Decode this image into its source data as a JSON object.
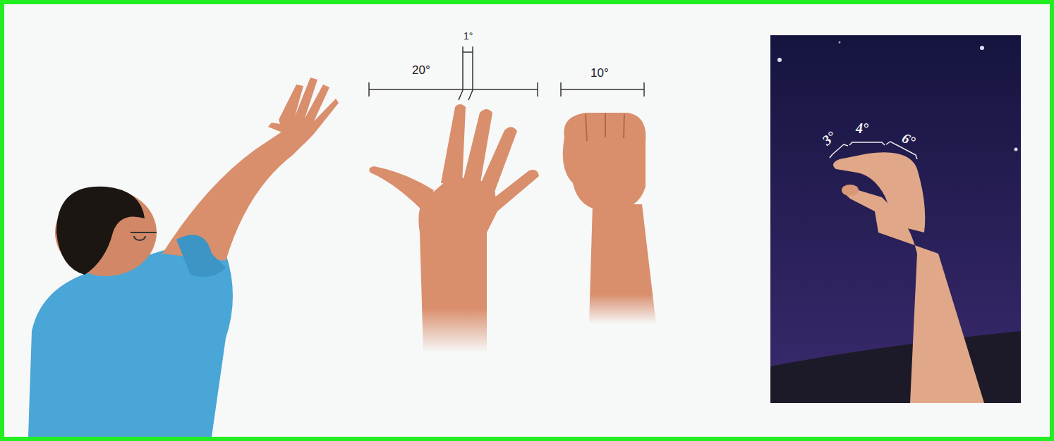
{
  "diagram": {
    "labels": [
      "1°",
      "20°",
      "10°",
      "3°",
      "4°",
      "6°"
    ]
  }
}
